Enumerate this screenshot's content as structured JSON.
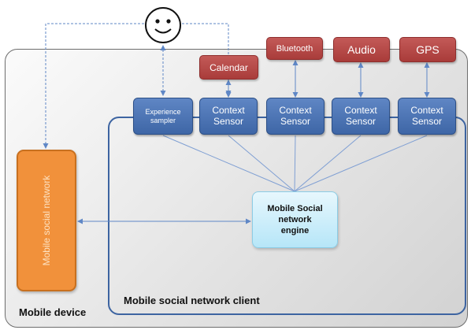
{
  "frames": {
    "mobile_device": "Mobile device",
    "client": "Mobile social network client"
  },
  "external_sources": [
    {
      "id": "calendar",
      "label": "Calendar"
    },
    {
      "id": "bluetooth",
      "label": "Bluetooth"
    },
    {
      "id": "audio",
      "label": "Audio"
    },
    {
      "id": "gps",
      "label": "GPS"
    }
  ],
  "client_boxes": [
    {
      "id": "experience-sampler",
      "lines": [
        "Experience",
        "sampler"
      ]
    },
    {
      "id": "context-sensor-1",
      "lines": [
        "Context",
        "Sensor"
      ]
    },
    {
      "id": "context-sensor-2",
      "lines": [
        "Context",
        "Sensor"
      ]
    },
    {
      "id": "context-sensor-3",
      "lines": [
        "Context",
        "Sensor"
      ]
    },
    {
      "id": "context-sensor-4",
      "lines": [
        "Context",
        "Sensor"
      ]
    }
  ],
  "engine": {
    "label": "Mobile Social\nnetwork\nengine"
  },
  "social_app": {
    "label": "Mobile social network"
  },
  "user_icon": "smiley-face-icon",
  "colors": {
    "source_box": "#b0403f",
    "sensor_box": "#4a72b2",
    "app_box": "#f1913b",
    "engine_box": "#c9ecfa",
    "client_border": "#3d64a1",
    "connector": "#5f87c6"
  }
}
